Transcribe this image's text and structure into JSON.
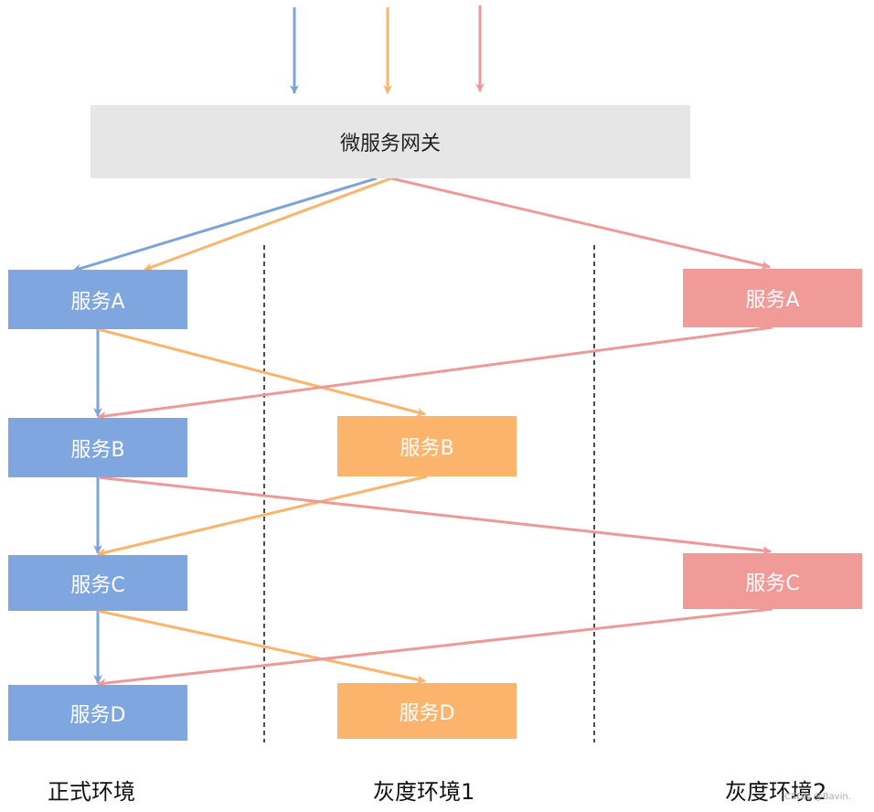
{
  "gateway": {
    "label": "微服务网关"
  },
  "prod": {
    "env_label": "正式环境",
    "services": [
      "服务A",
      "服务B",
      "服务C",
      "服务D"
    ]
  },
  "gray1": {
    "env_label": "灰度环境1",
    "services": [
      "服务B",
      "服务D"
    ]
  },
  "gray2": {
    "env_label": "灰度环境2",
    "services": [
      "服务A",
      "服务C"
    ]
  },
  "watermark": "CSDN @Bavin.",
  "colors": {
    "blue_box": "#7fa6df",
    "orange_box": "#fcb46d",
    "pink_box": "#f09b98",
    "gateway_box": "#e6e6e6",
    "blue_line": "#7ea3dc",
    "orange_line": "#fbb46c",
    "pink_line": "#ee9997"
  }
}
